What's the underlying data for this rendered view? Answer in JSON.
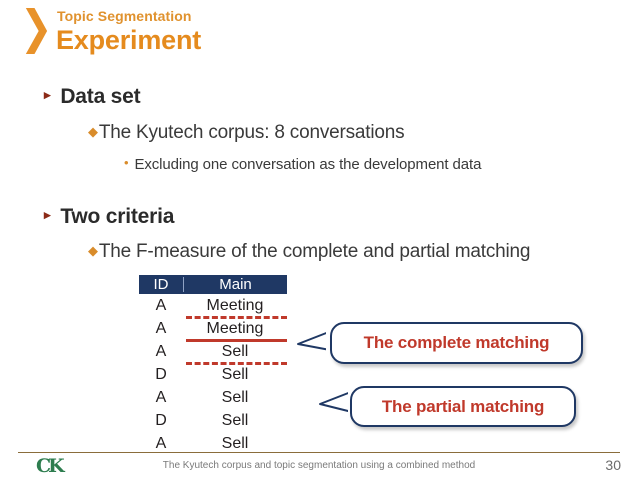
{
  "header": {
    "chevron_icon": "chevron-right-icon",
    "kicker": "Topic Segmentation",
    "title": "Experiment"
  },
  "content": {
    "sections": [
      {
        "heading": "Data set",
        "bullet2": "The Kyutech corpus: 8 conversations",
        "bullet3": "Excluding one conversation as the development data"
      },
      {
        "heading": "Two criteria",
        "bullet2": "The F-measure of the complete and partial matching"
      }
    ]
  },
  "table": {
    "columns": [
      "ID",
      "Main"
    ],
    "rows": [
      {
        "id": "A",
        "main": "Meeting"
      },
      {
        "id": "A",
        "main": "Meeting"
      },
      {
        "id": "A",
        "main": "Sell"
      },
      {
        "id": "D",
        "main": "Sell"
      },
      {
        "id": "A",
        "main": "Sell"
      },
      {
        "id": "D",
        "main": "Sell"
      },
      {
        "id": "A",
        "main": "Sell"
      }
    ],
    "header_bg": "#1F3864",
    "annotation_color": "#C0392B"
  },
  "callouts": [
    {
      "label": "The complete matching"
    },
    {
      "label": "The partial matching"
    }
  ],
  "footer": {
    "logo_text": "CK",
    "caption": "The Kyutech corpus and topic segmentation using a combined method",
    "page_number": "30"
  }
}
